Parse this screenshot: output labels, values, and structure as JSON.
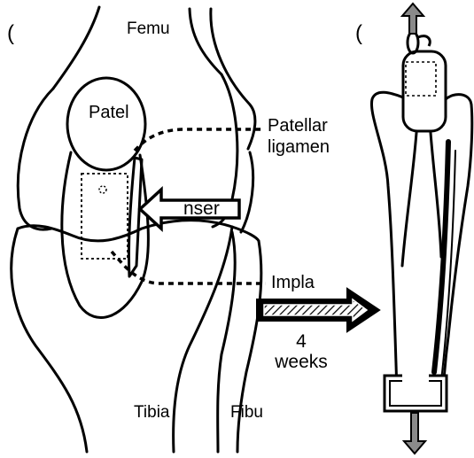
{
  "panels": {
    "a_marker": "(",
    "b_marker": "("
  },
  "labels": {
    "femur": "Femu",
    "patella": "Patel",
    "patellar_ligament_line1": "Patellar",
    "patellar_ligament_line2": "ligamen",
    "insert": "nser",
    "implant": "Impla",
    "time_value": "4",
    "time_unit": "weeks",
    "tibia": "Tibia",
    "fibula": "Fibu"
  },
  "colors": {
    "line": "#000000",
    "arrow_fill": "#ffffff",
    "arrow_hatch": "#000000",
    "gray_arrow": "#8a8a8a"
  }
}
